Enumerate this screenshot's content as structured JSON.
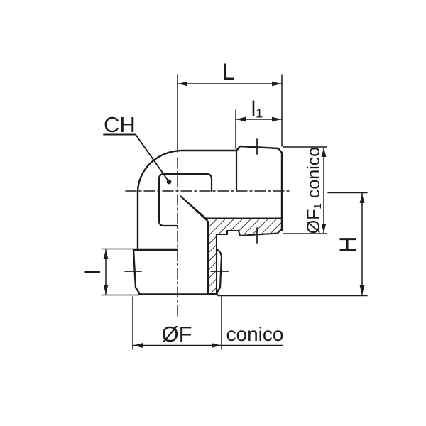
{
  "drawing": {
    "background": "#ffffff",
    "line_color": "#1c1c1c",
    "labels": {
      "L": "L",
      "l1": "l₁",
      "CH": "CH",
      "F1_conico": "ØF₁ conico",
      "H": "H",
      "l": "l",
      "F": "ØF",
      "conico": "conico"
    }
  }
}
